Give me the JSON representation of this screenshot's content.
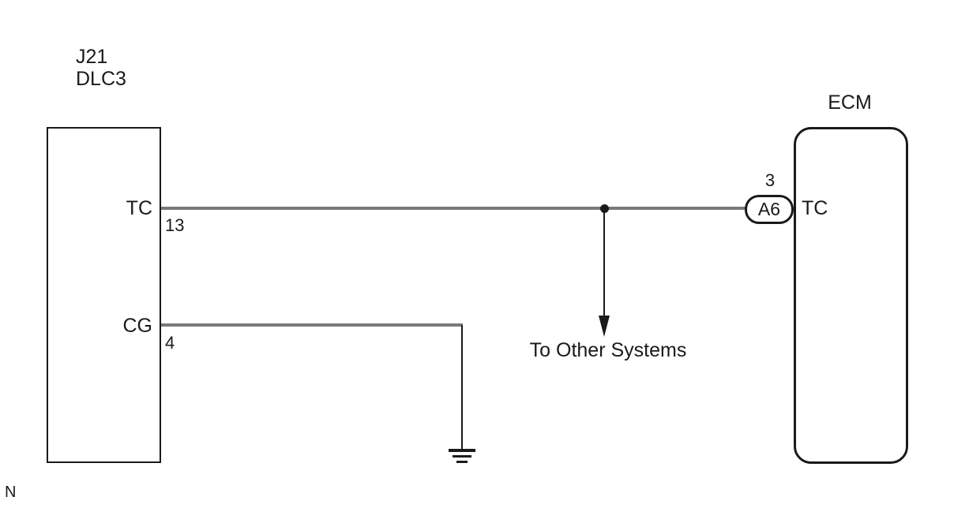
{
  "colors": {
    "wire": "#7a7a7a",
    "line": "#1a1a1a",
    "background": "#ffffff"
  },
  "diagram": {
    "dlc3": {
      "code": "J21",
      "name": "DLC3",
      "pins": {
        "tc": {
          "signal": "TC",
          "number": "13"
        },
        "cg": {
          "signal": "CG",
          "number": "4"
        }
      }
    },
    "ecm": {
      "name": "ECM",
      "terminal": {
        "pin_number": "3",
        "connector_label": "A6",
        "signal": "TC"
      }
    },
    "branch_label": "To Other Systems",
    "corner_note": "N",
    "icons": {
      "ground": "ground-icon",
      "branch_arrow": "arrow-down-icon",
      "junction": "junction-dot"
    }
  }
}
